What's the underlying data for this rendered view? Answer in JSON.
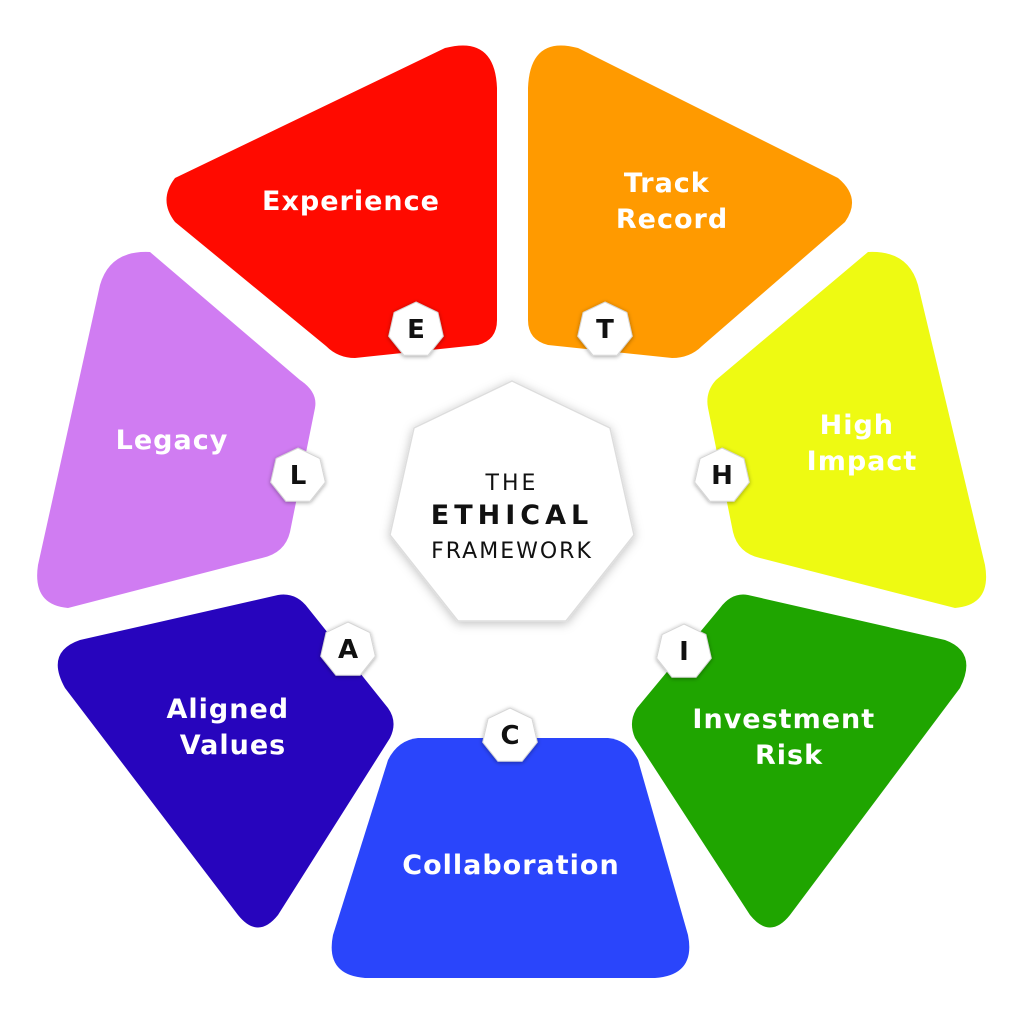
{
  "center": {
    "line1": "THE",
    "line2": "ETHICAL",
    "line3": "FRAMEWORK"
  },
  "segments": [
    {
      "letter": "E",
      "label_lines": [
        "Experience"
      ],
      "color": "#ff0a00"
    },
    {
      "letter": "T",
      "label_lines": [
        "Track",
        "Record"
      ],
      "color": "#ff9a00"
    },
    {
      "letter": "H",
      "label_lines": [
        "High",
        "Impact"
      ],
      "color": "#eefa12"
    },
    {
      "letter": "I",
      "label_lines": [
        "Investment",
        "Risk"
      ],
      "color": "#1fa500"
    },
    {
      "letter": "C",
      "label_lines": [
        "Collaboration"
      ],
      "color": "#2a45fb"
    },
    {
      "letter": "A",
      "label_lines": [
        "Aligned",
        "Values"
      ],
      "color": "#2705bd"
    },
    {
      "letter": "L",
      "label_lines": [
        "Legacy"
      ],
      "color": "#d07cf2"
    }
  ]
}
